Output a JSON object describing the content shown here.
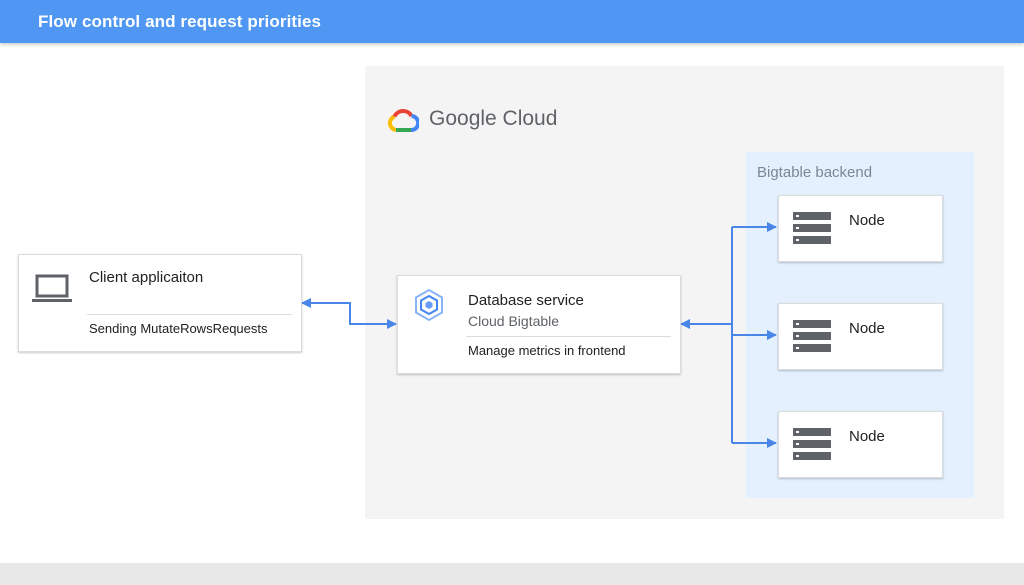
{
  "header": {
    "title": "Flow control and request priorities"
  },
  "cloud": {
    "brand": "Google Cloud",
    "logo_icon": "google-cloud-logo"
  },
  "backend": {
    "label": "Bigtable backend"
  },
  "client": {
    "title": "Client applicaiton",
    "subtitle": "Sending MutateRowsRequests",
    "icon": "laptop-icon"
  },
  "database": {
    "title": "Database service",
    "product": "Cloud Bigtable",
    "subtitle": "Manage metrics in frontend",
    "icon": "bigtable-icon"
  },
  "nodes": [
    {
      "label": "Node",
      "icon": "server-icon"
    },
    {
      "label": "Node",
      "icon": "server-icon"
    },
    {
      "label": "Node",
      "icon": "server-icon"
    }
  ],
  "colors": {
    "header": "#4f97f2",
    "arrow": "#4a86e8",
    "cloud_panel": "#f4f4f4",
    "backend_panel": "#e4f0fd",
    "icon_gray": "#5f6368"
  }
}
